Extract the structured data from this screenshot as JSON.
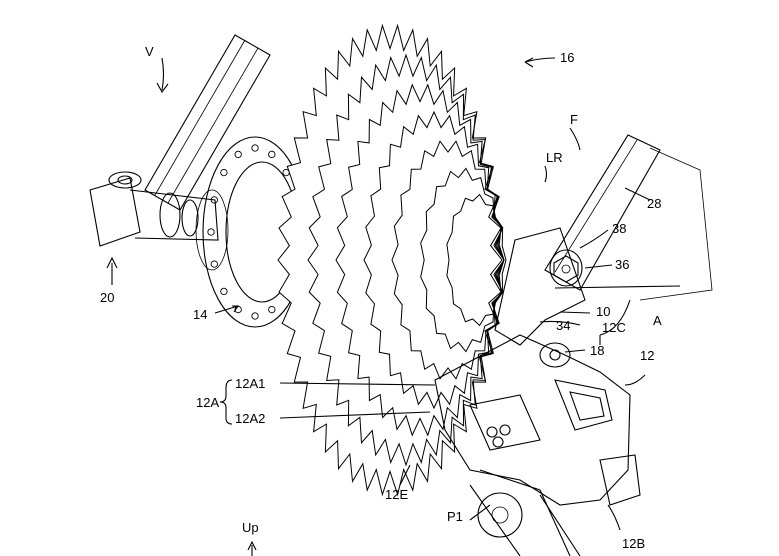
{
  "labels": {
    "v": "V",
    "l16": "16",
    "f": "F",
    "lr": "LR",
    "l28": "28",
    "l38": "38",
    "l36": "36",
    "l20": "20",
    "l10": "10",
    "a": "A",
    "l14": "14",
    "l34": "34",
    "l12c": "12C",
    "l18": "18",
    "l12": "12",
    "l12a1": "12A1",
    "l12a": "12A",
    "l12a2": "12A2",
    "l12e": "12E",
    "p1": "P1",
    "l12b": "12B",
    "up": "Up"
  }
}
